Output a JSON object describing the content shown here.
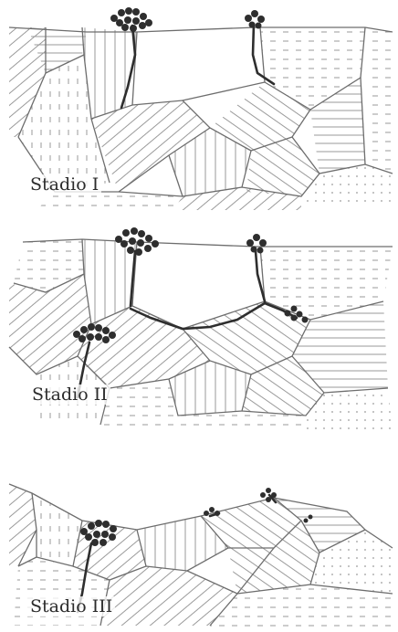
{
  "stages": [
    {
      "id": "stage-1",
      "label": "Stadio I"
    },
    {
      "id": "stage-2",
      "label": "Stadio II"
    },
    {
      "id": "stage-3",
      "label": "Stadio III"
    }
  ]
}
